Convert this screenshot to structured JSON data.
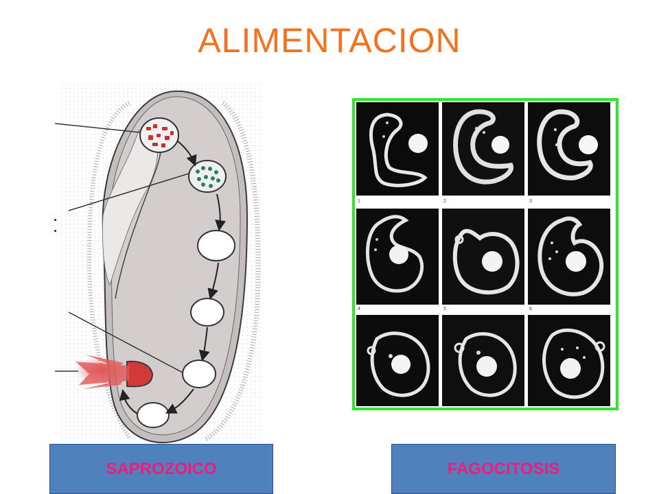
{
  "slide": {
    "title": "ALIMENTACION",
    "title_color": "#f07321"
  },
  "left_figure": {
    "icon": "paramecium-digestion-diagram"
  },
  "right_figure": {
    "icon": "phagocytosis-micrograph-grid",
    "border_color": "#2ee62a",
    "frames": [
      {
        "label": "1"
      },
      {
        "label": "2"
      },
      {
        "label": "3"
      },
      {
        "label": "4"
      },
      {
        "label": "5"
      },
      {
        "label": "6"
      },
      {
        "label": ""
      },
      {
        "label": ""
      },
      {
        "label": ""
      }
    ]
  },
  "labels": {
    "left": "SAPROZOICO",
    "right": "FAGOCITOSIS",
    "box_color": "#4f81bd",
    "text_color": "#ef1c7e"
  }
}
